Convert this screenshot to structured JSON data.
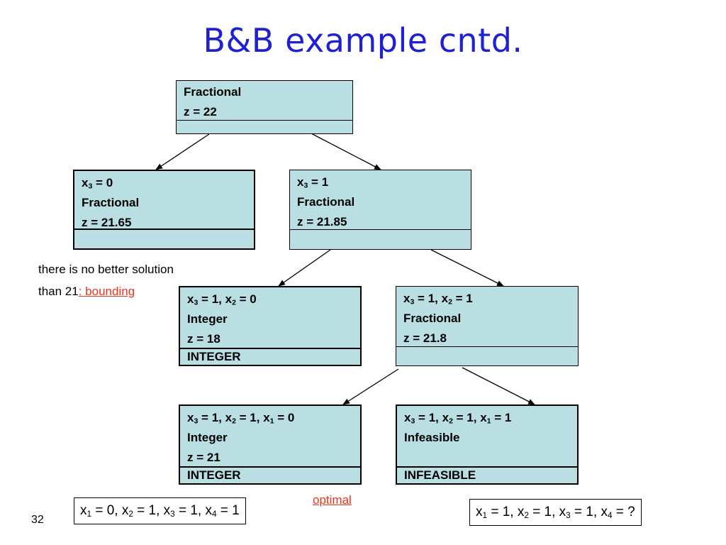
{
  "slide": {
    "title": "B&B example cntd.",
    "page_number": "32"
  },
  "nodes": {
    "root": {
      "lines": [
        "Fractional",
        "z = 22"
      ],
      "status": ""
    },
    "x3_0": {
      "lines": [
        "x3 = 0",
        "Fractional",
        "z = 21.65"
      ],
      "status": ""
    },
    "x3_1": {
      "lines": [
        "x3 = 1",
        "Fractional",
        "z = 21.85"
      ],
      "status": ""
    },
    "x3_1_x2_0": {
      "lines": [
        "x3 = 1, x2 = 0",
        "Integer",
        "z = 18"
      ],
      "status": "INTEGER"
    },
    "x3_1_x2_1": {
      "lines": [
        "x3 = 1, x2 = 1",
        "Fractional",
        "z = 21.8"
      ],
      "status": ""
    },
    "x3_1_x2_1_x1_0": {
      "lines": [
        "x3 = 1, x2 = 1, x1 = 0",
        "Integer",
        "z = 21"
      ],
      "status": "INTEGER"
    },
    "x3_1_x2_1_x1_1": {
      "lines": [
        "x3 = 1, x2 = 1, x1 = 1",
        "Infeasible"
      ],
      "status": "INFEASIBLE"
    }
  },
  "annotations": {
    "bounding_note_line1": "there is no better solution",
    "bounding_note_prefix": "than 21",
    "bounding_note_link": ": bounding",
    "optimal_label": "optimal"
  },
  "solutions": {
    "optimal": "x1 = 0, x2 = 1, x3 = 1, x4 = 1",
    "infeasible": "x1 = 1, x2 = 1, x3 = 1, x4 = ?"
  },
  "colors": {
    "title": "#1f1fd6",
    "node_fill": "#b9dfe3",
    "highlight": "#e8341c"
  }
}
